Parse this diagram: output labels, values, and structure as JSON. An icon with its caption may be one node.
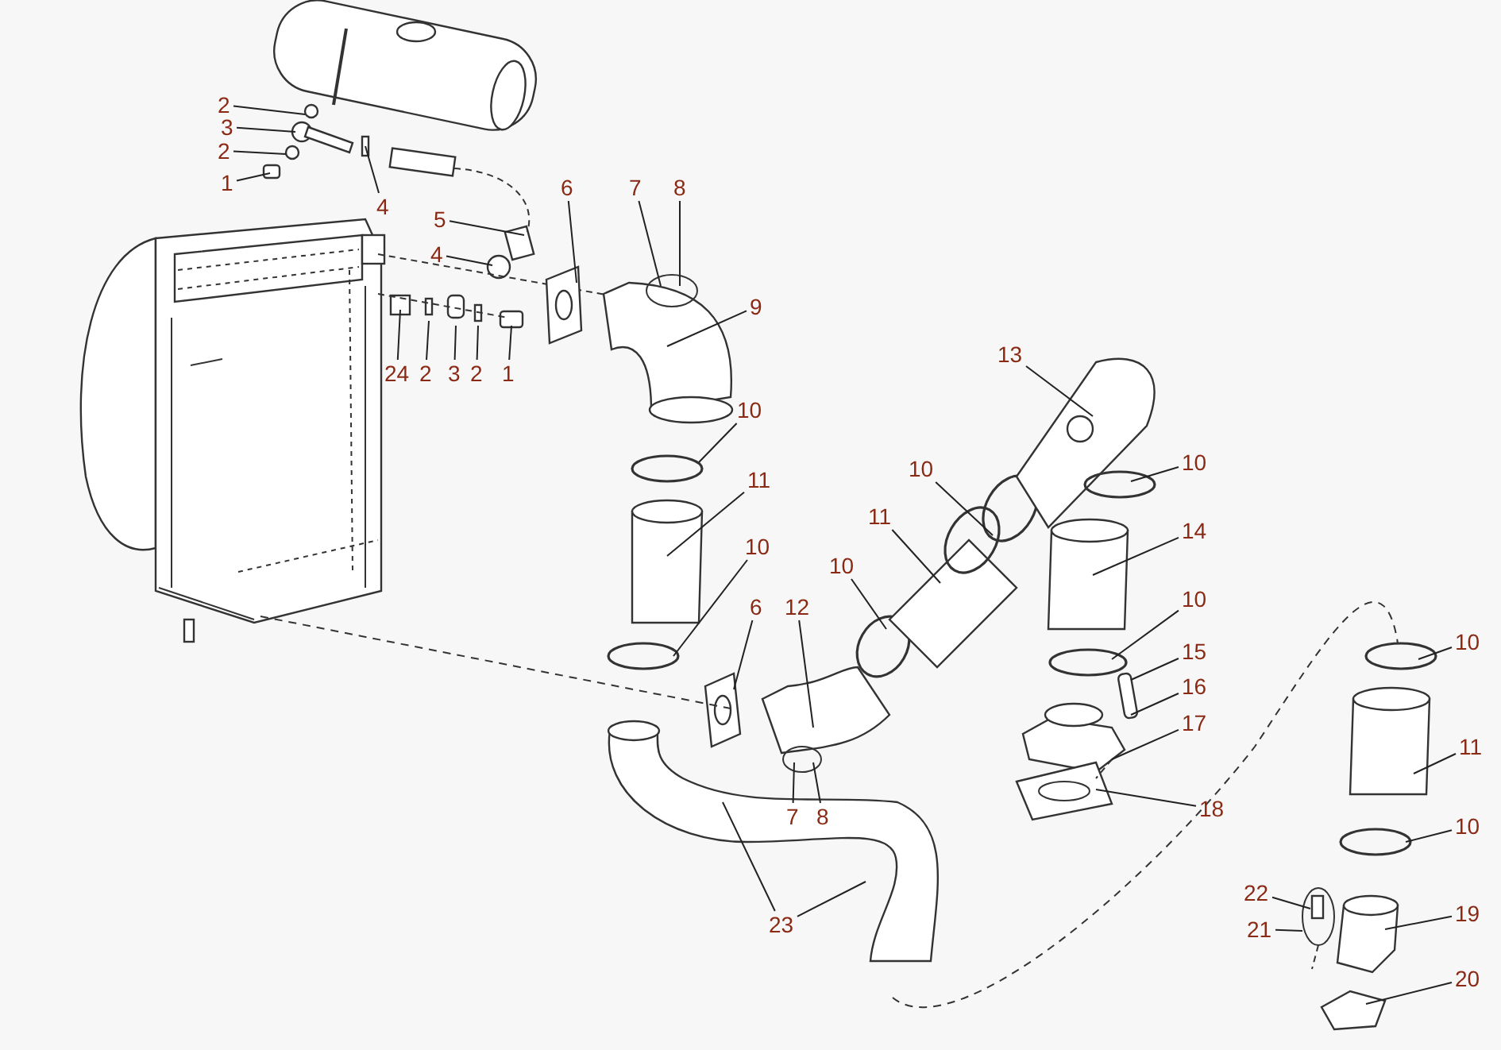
{
  "diagram": {
    "nodes": [
      {
        "text": [
          "2"
        ]
      },
      {
        "text": [
          "3"
        ]
      },
      {
        "text": [
          "2"
        ]
      },
      {
        "text": [
          "1"
        ]
      },
      {
        "text": [
          "4"
        ]
      },
      {
        "text": [
          "5"
        ]
      },
      {
        "text": [
          "4"
        ]
      },
      {
        "text": [
          "6"
        ]
      },
      {
        "text": [
          "7"
        ]
      },
      {
        "text": [
          "8"
        ]
      },
      {
        "text": [
          "9"
        ]
      },
      {
        "text": [
          "24"
        ]
      },
      {
        "text": [
          "2"
        ]
      },
      {
        "text": [
          "3"
        ]
      },
      {
        "text": [
          "2"
        ]
      },
      {
        "text": [
          "1"
        ]
      },
      {
        "text": [
          "10"
        ]
      },
      {
        "text": [
          "11"
        ]
      },
      {
        "text": [
          "10"
        ]
      },
      {
        "text": [
          "6"
        ]
      },
      {
        "text": [
          "12"
        ]
      },
      {
        "text": [
          "7"
        ]
      },
      {
        "text": [
          "8"
        ]
      },
      {
        "text": [
          "13"
        ]
      },
      {
        "text": [
          "10"
        ]
      },
      {
        "text": [
          "11"
        ]
      },
      {
        "text": [
          "10"
        ]
      },
      {
        "text": [
          "10"
        ]
      },
      {
        "text": [
          "14"
        ]
      },
      {
        "text": [
          "10"
        ]
      },
      {
        "text": [
          "15"
        ]
      },
      {
        "text": [
          "16"
        ]
      },
      {
        "text": [
          "17"
        ]
      },
      {
        "text": [
          "18"
        ]
      },
      {
        "text": [
          "10"
        ]
      },
      {
        "text": [
          "11"
        ]
      },
      {
        "text": [
          "10"
        ]
      },
      {
        "text": [
          "22"
        ]
      },
      {
        "text": [
          "21"
        ]
      },
      {
        "text": [
          "19"
        ]
      },
      {
        "text": [
          "20"
        ]
      },
      {
        "text": [
          "23"
        ]
      }
    ],
    "edges": [
      {
        "from": 0,
        "to": null,
        "arrow": "none"
      },
      {
        "from": 1,
        "to": null,
        "arrow": "none"
      },
      {
        "from": 2,
        "to": null,
        "arrow": "none"
      },
      {
        "from": 3,
        "to": null,
        "arrow": "none"
      },
      {
        "from": 4,
        "to": null,
        "arrow": "none"
      },
      {
        "from": 5,
        "to": null,
        "arrow": "none"
      },
      {
        "from": 6,
        "to": null,
        "arrow": "none"
      },
      {
        "from": 7,
        "to": null,
        "arrow": "none"
      },
      {
        "from": 8,
        "to": null,
        "arrow": "none"
      },
      {
        "from": 9,
        "to": null,
        "arrow": "none"
      },
      {
        "from": 10,
        "to": null,
        "arrow": "none"
      },
      {
        "from": 11,
        "to": null,
        "arrow": "none"
      },
      {
        "from": 12,
        "to": null,
        "arrow": "none"
      },
      {
        "from": 13,
        "to": null,
        "arrow": "none"
      },
      {
        "from": 14,
        "to": null,
        "arrow": "none"
      },
      {
        "from": 15,
        "to": null,
        "arrow": "none"
      },
      {
        "from": 16,
        "to": null,
        "arrow": "none"
      },
      {
        "from": 17,
        "to": null,
        "arrow": "none"
      },
      {
        "from": 18,
        "to": null,
        "arrow": "none"
      },
      {
        "from": 19,
        "to": null,
        "arrow": "none"
      },
      {
        "from": 20,
        "to": null,
        "arrow": "none"
      },
      {
        "from": 21,
        "to": null,
        "arrow": "none"
      },
      {
        "from": 22,
        "to": null,
        "arrow": "none"
      },
      {
        "from": 23,
        "to": null,
        "arrow": "none"
      },
      {
        "from": 24,
        "to": null,
        "arrow": "none"
      },
      {
        "from": 25,
        "to": null,
        "arrow": "none"
      },
      {
        "from": 26,
        "to": null,
        "arrow": "none"
      },
      {
        "from": 27,
        "to": null,
        "arrow": "none"
      },
      {
        "from": 28,
        "to": null,
        "arrow": "none"
      },
      {
        "from": 29,
        "to": null,
        "arrow": "none"
      },
      {
        "from": 30,
        "to": null,
        "arrow": "none"
      },
      {
        "from": 31,
        "to": null,
        "arrow": "none"
      },
      {
        "from": 32,
        "to": null,
        "arrow": "none"
      },
      {
        "from": 33,
        "to": null,
        "arrow": "none"
      },
      {
        "from": 34,
        "to": null,
        "arrow": "none"
      },
      {
        "from": 35,
        "to": null,
        "arrow": "none"
      },
      {
        "from": 36,
        "to": null,
        "arrow": "none"
      },
      {
        "from": 37,
        "to": null,
        "arrow": "none"
      },
      {
        "from": 38,
        "to": null,
        "arrow": "none"
      },
      {
        "from": 39,
        "to": null,
        "arrow": "none"
      },
      {
        "from": 40,
        "to": null,
        "arrow": "none"
      },
      {
        "from": 41,
        "to": null,
        "arrow": "none"
      },
      {
        "from": 41,
        "to": null,
        "arrow": "none"
      }
    ]
  }
}
